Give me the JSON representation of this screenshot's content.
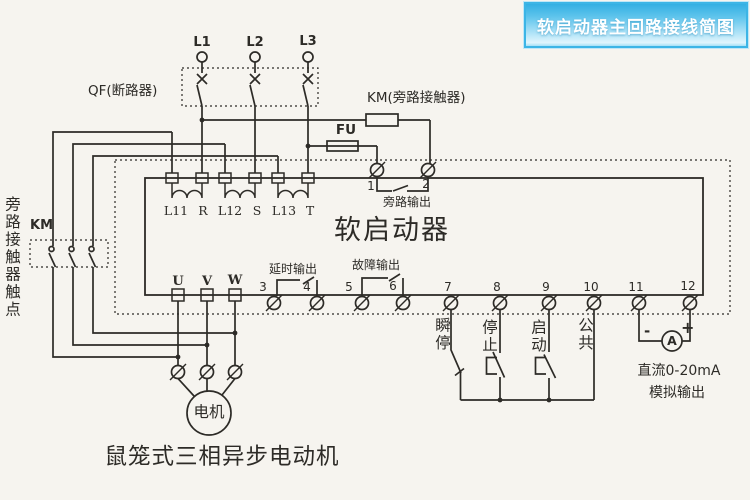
{
  "banner": {
    "text": "软启动器主回路接线简图",
    "border_color": "#3cb5e6",
    "text_color": "#ffffff"
  },
  "supply": {
    "phases": [
      "L1",
      "L2",
      "L3"
    ],
    "qf_label": "QF(断路器)",
    "fu_label": "FU",
    "km_coil_label": "KM(旁路接触器)"
  },
  "bypass": {
    "km_label": "KM",
    "side_label": "旁路接触器触点"
  },
  "starter": {
    "name": "软启动器",
    "ct_terminals": [
      "L11",
      "R",
      "L12",
      "S",
      "L13",
      "T"
    ],
    "numbers": [
      "1",
      "2",
      "3",
      "4",
      "5",
      "6",
      "7",
      "8",
      "9",
      "10",
      "11",
      "12"
    ],
    "bypass_output": "旁路输出",
    "delay_output": "延时输出",
    "fault_output": "故障输出",
    "motor_terminals": [
      "U",
      "V",
      "W"
    ]
  },
  "controls": {
    "instant_stop": "瞬停",
    "stop": "停止",
    "start": "启动",
    "common": "公共"
  },
  "meter": {
    "minus": "-",
    "plus": "+",
    "symbol": "A",
    "line1": "直流0-20mA",
    "line2": "模拟输出"
  },
  "motor": {
    "label": "电机",
    "caption": "鼠笼式三相异步电动机"
  },
  "colors": {
    "ink": "#2d2b27",
    "paper": "#f6f4ef"
  }
}
